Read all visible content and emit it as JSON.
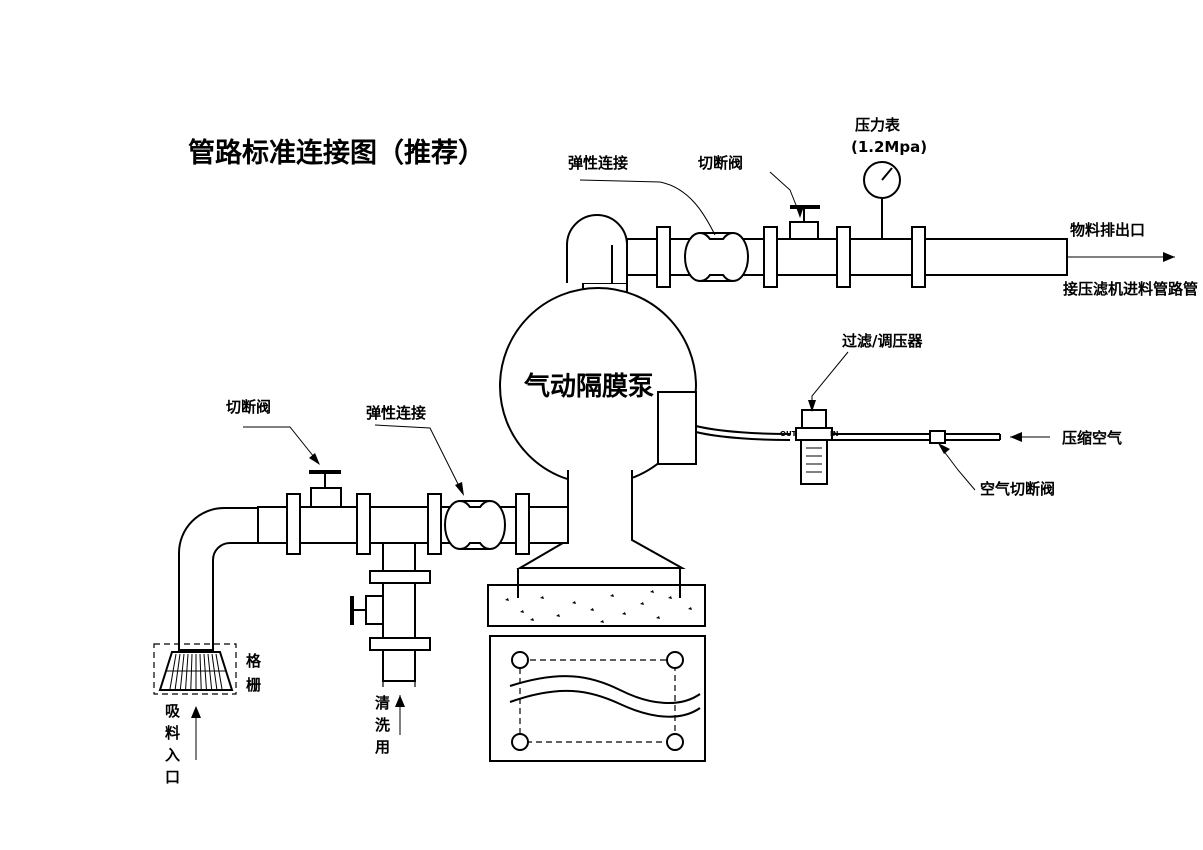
{
  "title": "管路标准连接图（推荐）",
  "pump_label": "气动隔膜泵",
  "labels": {
    "elastic_joint_top": "弹性连接",
    "shutoff_valve_top": "切断阀",
    "pressure_gauge": "压力表",
    "pressure_gauge_range": "(1.2Mpa)",
    "material_outlet": "物料排出口",
    "filter_press_inlet": "接压滤机进料管路管",
    "filter_regulator": "过滤/调压器",
    "compressed_air": "压缩空气",
    "air_shutoff_valve": "空气切断阀",
    "shutoff_valve_left": "切断阀",
    "elastic_joint_left": "弹性连接",
    "grille": [
      "格",
      "栅"
    ],
    "suction_inlet": [
      "吸",
      "料",
      "入",
      "口"
    ],
    "cleaning": [
      "清",
      "洗",
      "用"
    ],
    "frl_out": "OUT",
    "frl_in": "IN"
  }
}
